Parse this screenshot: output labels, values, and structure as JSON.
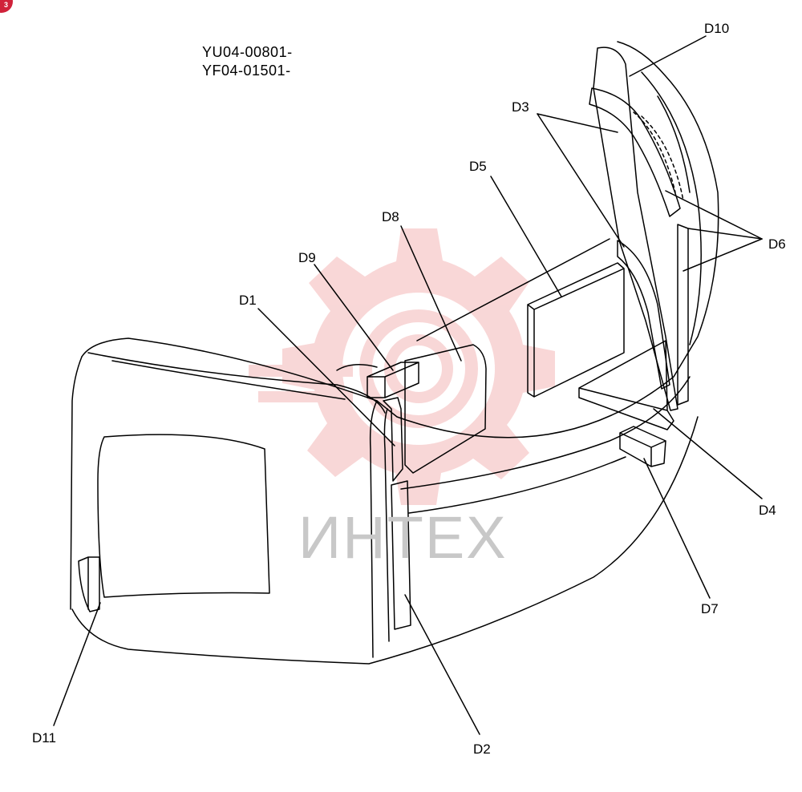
{
  "badge": {
    "text": "3"
  },
  "serials": [
    "YU04-00801-",
    "YF04-01501-"
  ],
  "watermark": {
    "text": "ИНТЕХ",
    "color": "#f4b7b7",
    "text_color": "#c8c8c8"
  },
  "callouts": {
    "d1": "D1",
    "d2": "D2",
    "d3": "D3",
    "d4": "D4",
    "d5": "D5",
    "d6": "D6",
    "d7": "D7",
    "d8": "D8",
    "d9": "D9",
    "d10": "D10",
    "d11": "D11"
  },
  "colors": {
    "badge": "#d0223a",
    "line": "#000000"
  }
}
